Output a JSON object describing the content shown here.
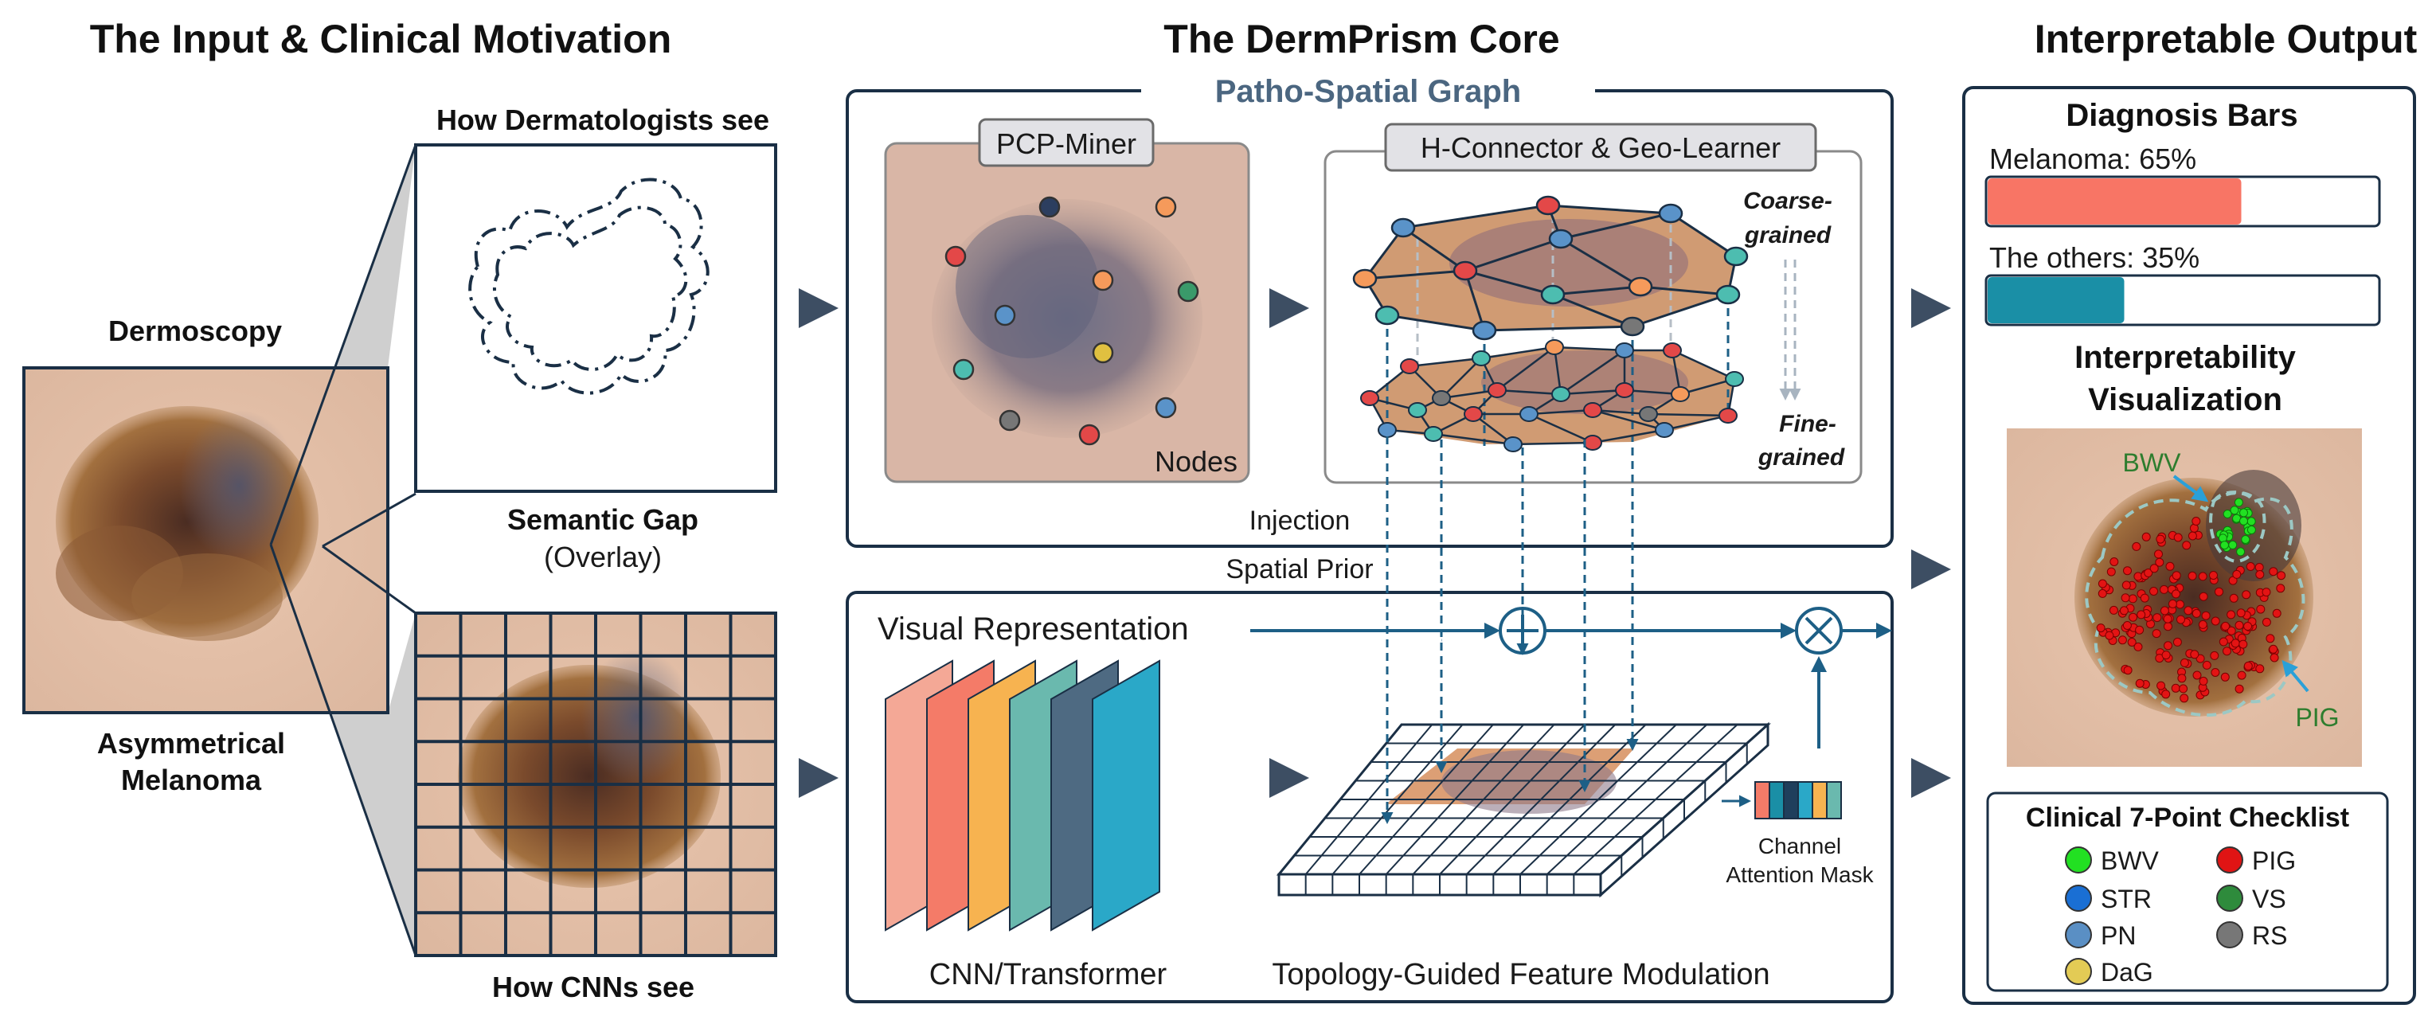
{
  "headers": {
    "left": "The Input & Clinical Motivation",
    "center": "The DermPrism Core",
    "right": "Interpretable Output"
  },
  "input": {
    "dermoscopy_label": "Dermoscopy",
    "lesion_label_line1": "Asymmetrical",
    "lesion_label_line2": "Melanoma",
    "derm_view_label": "How Dermatologists see",
    "cnn_view_label": "How CNNs see",
    "gap_label": "Semantic Gap",
    "gap_sublabel": "(Overlay)"
  },
  "core": {
    "graph_title": "Patho-Spatial Graph",
    "pcp_miner_label": "PCP-Miner",
    "nodes_label": "Nodes",
    "hconnector_label": "H-Connector & Geo-Learner",
    "coarse_line1": "Coarse-",
    "coarse_line2": "grained",
    "fine_line1": "Fine-",
    "fine_line2": "grained",
    "injection_label": "Injection",
    "spatial_prior_label": "Spatial Prior",
    "visual_rep_label": "Visual Representation",
    "backbone_label": "CNN/Transformer",
    "modulation_label": "Topology-Guided Feature Modulation",
    "mask_line1": "Channel",
    "mask_line2": "Attention Mask"
  },
  "output": {
    "diagnosis_title": "Diagnosis Bars",
    "bars": [
      {
        "label": "Melanoma: 65%",
        "value": 0.65,
        "color": "#f87565"
      },
      {
        "label": "The others: 35%",
        "value": 0.35,
        "color": "#1a8fa6"
      }
    ],
    "viz_title_line1": "Interpretability",
    "viz_title_line2": "Visualization",
    "viz_bwv_label": "BWV",
    "viz_pig_label": "PIG",
    "checklist_title": "Clinical 7-Point Checklist",
    "checklist": [
      {
        "label": "BWV",
        "color": "#22e022"
      },
      {
        "label": "PIG",
        "color": "#e01414"
      },
      {
        "label": "STR",
        "color": "#1a6fd4"
      },
      {
        "label": "VS",
        "color": "#2e8b3c"
      },
      {
        "label": "PN",
        "color": "#5a8fc4"
      },
      {
        "label": "RS",
        "color": "#777777"
      },
      {
        "label": "DaG",
        "color": "#e3cb55"
      }
    ]
  },
  "colors": {
    "frame": "#1a2f45",
    "arrow": "#3d4e63",
    "flow": "#1d5f86",
    "graph_title": "#4b6680"
  }
}
